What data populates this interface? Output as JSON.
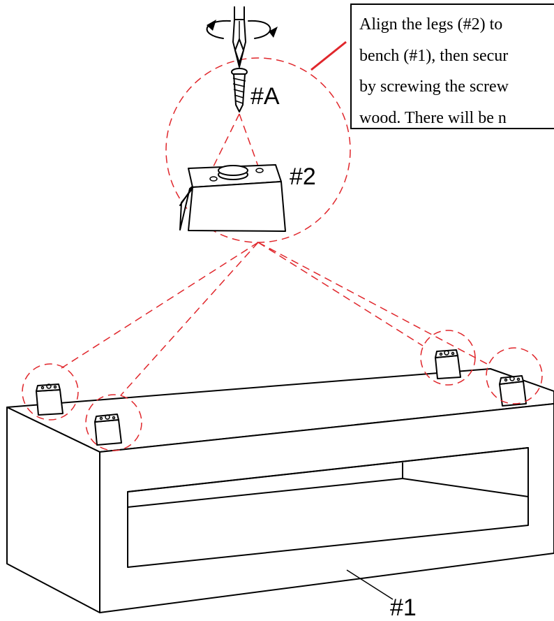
{
  "instruction": {
    "lines": [
      "Align the legs (#2) to",
      "bench (#1), then secur",
      "by screwing the screw",
      "wood. There will be n"
    ]
  },
  "labels": {
    "screw": "#A",
    "leg": "#2",
    "bench": "#1"
  },
  "colors": {
    "outline": "#000000",
    "guide_dashes": "#e0262b",
    "leader_line": "#e0262b"
  },
  "icons": {
    "rotation": "clockwise-rotation-arrow-icon",
    "screwdriver": "screwdriver-icon",
    "screw": "screw-icon"
  }
}
